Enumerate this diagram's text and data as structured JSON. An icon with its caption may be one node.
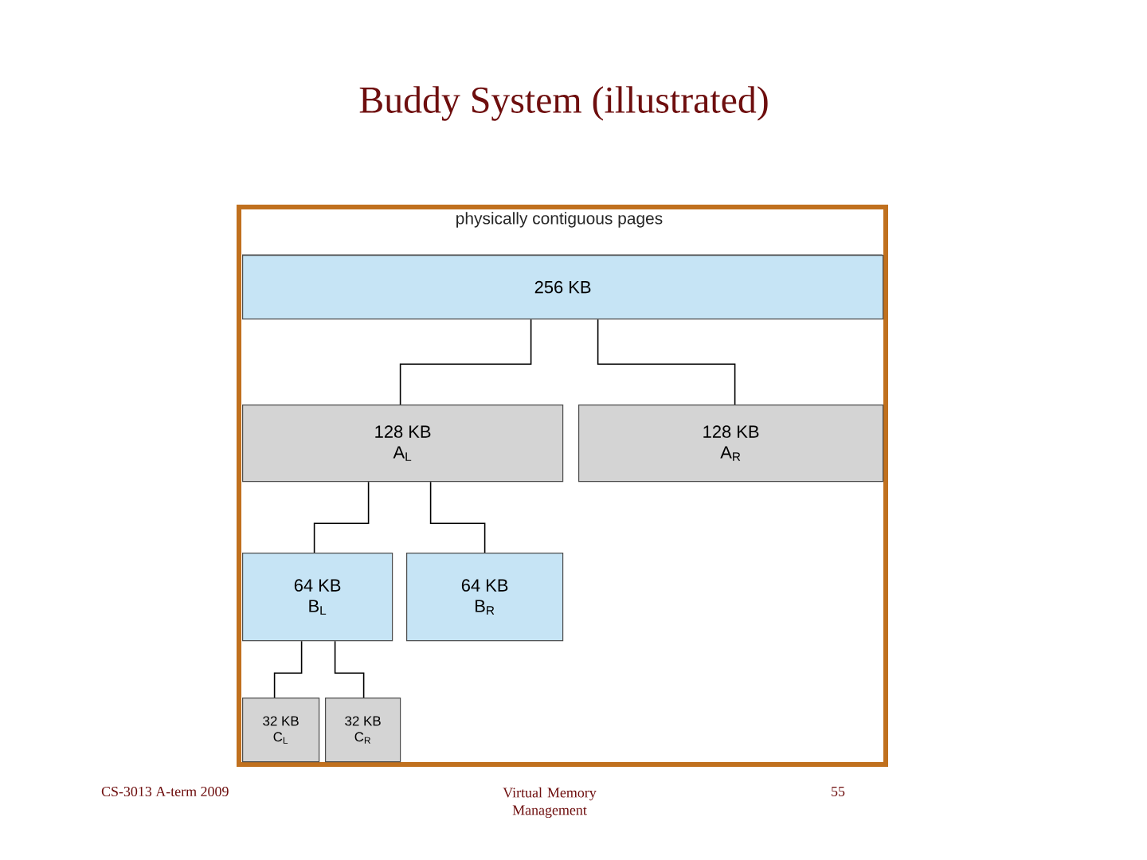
{
  "diagram": {
    "title": "Buddy System (illustrated)",
    "nodes": [
      {
        "text": [
          "256 KB"
        ]
      },
      {
        "text": [
          "128 KB",
          "A$_{L}$"
        ]
      },
      {
        "text": [
          "128 KB",
          "A$_{R}$"
        ]
      },
      {
        "text": [
          "64 KB",
          "B$_{L}$"
        ]
      },
      {
        "text": [
          "64 KB",
          "B$_{R}$"
        ]
      },
      {
        "text": [
          "32 KB",
          "C$_{L}$"
        ]
      },
      {
        "text": [
          "32 KB",
          "C$_{R}$"
        ]
      }
    ],
    "edges": [
      {
        "from": 0,
        "to": 1,
        "arrow": "none"
      },
      {
        "from": 0,
        "to": 2,
        "arrow": "none"
      },
      {
        "from": 1,
        "to": 3,
        "arrow": "none"
      },
      {
        "from": 1,
        "to": 4,
        "arrow": "none"
      },
      {
        "from": 3,
        "to": 5,
        "arrow": "none"
      },
      {
        "from": 3,
        "to": 6,
        "arrow": "none"
      }
    ],
    "labels": [
      "physically contiguous pages",
      "CS-3013 A-term 2009",
      "Virtual Memory Management",
      "55"
    ]
  }
}
